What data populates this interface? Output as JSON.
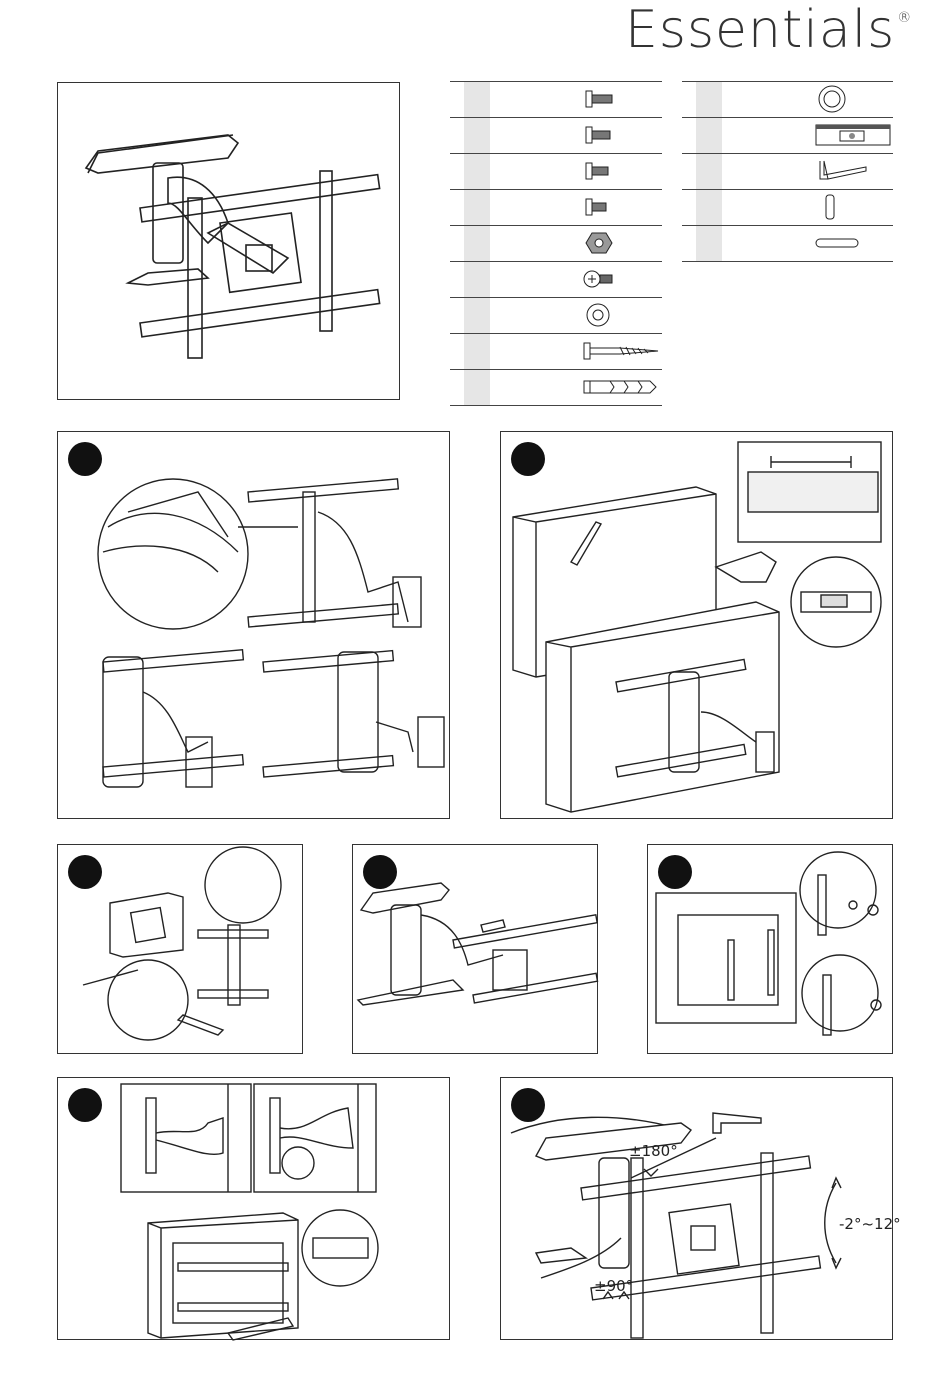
{
  "brand": {
    "name": "Essentials",
    "mark": "®"
  },
  "parts_left": [
    {
      "icon": "bolt-icon"
    },
    {
      "icon": "bolt-icon"
    },
    {
      "icon": "bolt-icon"
    },
    {
      "icon": "bolt-icon"
    },
    {
      "icon": "nut-icon"
    },
    {
      "icon": "round-head-screw-icon"
    },
    {
      "icon": "washer-icon"
    },
    {
      "icon": "lag-screw-icon"
    },
    {
      "icon": "wall-anchor-icon"
    }
  ],
  "parts_right": [
    {
      "icon": "large-washer-icon"
    },
    {
      "icon": "spirit-level-icon"
    },
    {
      "icon": "hex-key-icon"
    },
    {
      "icon": "spacer-icon"
    },
    {
      "icon": "pin-icon"
    }
  ],
  "steps": [
    {
      "panel": "overview"
    },
    {
      "panel": "step-1-assemble"
    },
    {
      "panel": "step-2-wall-drill"
    },
    {
      "panel": "step-3-attach-tv"
    },
    {
      "panel": "step-4-rail"
    },
    {
      "panel": "step-5-tv-bracket"
    },
    {
      "panel": "step-6-hang"
    },
    {
      "panel": "step-7-adjust"
    }
  ],
  "adjustments": {
    "swivel": "±180°",
    "tilt_range": "-2°~12°",
    "rotate": "±90°"
  }
}
